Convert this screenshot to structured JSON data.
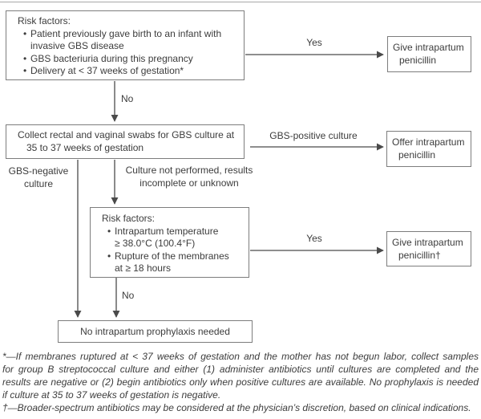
{
  "glyphs": {
    "bullet": "•"
  },
  "colors": {
    "border": "#7d7d7d",
    "arrow": "#4a4a4a",
    "text": "#3c3c3c",
    "rule": "#a8a8a8"
  },
  "flowchart": {
    "risk_box_1": {
      "title": "Risk factors:",
      "bullets": [
        "Patient previously gave birth to an infant with",
        "invasive GBS disease",
        "GBS bacteriuria during this pregnancy",
        "Delivery at < 37 weeks of gestation*"
      ]
    },
    "give_penicillin_1": {
      "line1": "Give intrapartum",
      "line2": "penicillin"
    },
    "collect_box": {
      "line1": "Collect rectal and vaginal swabs for GBS culture at",
      "line2": "35 to 37 weeks of gestation"
    },
    "offer_penicillin": {
      "line1": "Offer intrapartum",
      "line2": "penicillin"
    },
    "risk_box_2": {
      "title": "Risk factors:",
      "bullets": [
        "Intrapartum temperature",
        "≥ 38.0°C (100.4°F)",
        "Rupture of the membranes",
        "at ≥ 18 hours"
      ]
    },
    "give_penicillin_2": {
      "line1": "Give intrapartum",
      "line2": "penicillin†"
    },
    "no_prophylaxis_box": {
      "label": "No intrapartum prophylaxis needed"
    },
    "labels": {
      "yes_1": "Yes",
      "no_1": "No",
      "gbs_positive": "GBS-positive culture",
      "gbs_negative_line1": "GBS-negative",
      "gbs_negative_line2": "culture",
      "culture_not_performed_line1": "Culture not performed, results",
      "culture_not_performed_line2": "incomplete or unknown",
      "yes_2": "Yes",
      "no_2": "No"
    }
  },
  "footnotes": {
    "asterisk_lines": [
      "*—If membranes ruptured at < 37 weeks of gestation and the mother has not begun labor, collect samples",
      "for group B streptococcal culture and either (1) administer antibiotics until cultures are completed and the",
      "results are negative or (2) begin antibiotics only when positive cultures are available. No prophylaxis is needed",
      "if culture at 35 to 37 weeks of gestation is negative."
    ],
    "dagger_line": "†—Broader-spectrum antibiotics may be considered at the physician’s discretion, based on clinical indications."
  }
}
